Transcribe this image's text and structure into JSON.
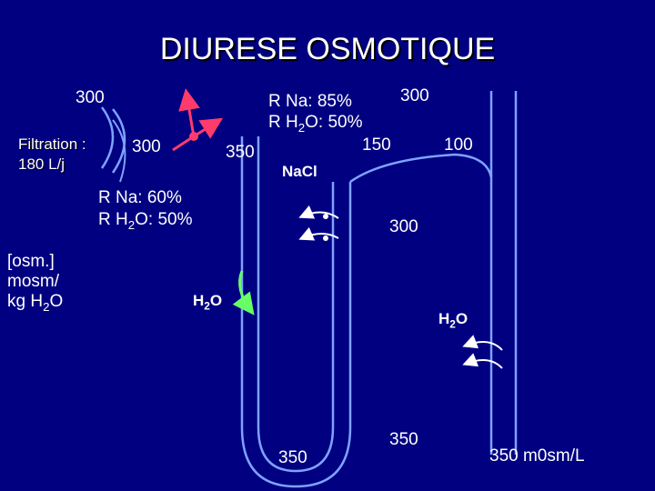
{
  "title": "DIURESE OSMOTIQUE",
  "labels": {
    "filtration_line1": "Filtration :",
    "filtration_line2": "180 L/j",
    "value_300_top_left": "300",
    "value_300_left": "300",
    "value_350_top": "350",
    "proximal_na": "R Na: 60%",
    "proximal_h2o_prefix": "R H",
    "proximal_h2o_suffix": "O: 50%",
    "distal_na": "R Na: 85%",
    "distal_h2o_prefix": "R H",
    "distal_h2o_suffix": "O: 50%",
    "value_300_top_right": "300",
    "value_150": "150",
    "value_100": "100",
    "nacl": "NaCl",
    "value_300_right": "300",
    "osm_line1": "[osm.]",
    "osm_line2": "mosm/",
    "osm_line3_prefix": "kg H",
    "osm_line3_suffix": "O",
    "h2o_left_prefix": "H",
    "h2o_left_suffix": "O",
    "h2o_right_prefix": "H",
    "h2o_right_suffix": "O",
    "value_350_loop": "350",
    "value_350_right": "350",
    "interstitium": "350 m0sm/L",
    "subscript_2": "2"
  },
  "colors": {
    "background": "#000080",
    "tubule_wall": "#7ea2ff",
    "text": "#ffffff",
    "reabsorption_arrow": "#ff3b6b",
    "water_arrow": "#66ff66"
  }
}
